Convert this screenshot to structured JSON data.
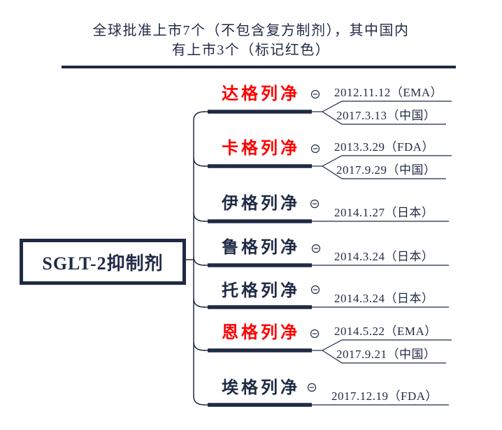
{
  "title": {
    "line1": "全球批准上市7个（不包含复方制剂），其中国内",
    "line2": "有上市3个（标记红色）"
  },
  "root": {
    "label": "SGLT-2抑制剂"
  },
  "colors": {
    "ink": "#1f2a44",
    "china_highlight": "#ff0000",
    "background": "#ffffff"
  },
  "icons": {
    "collapse": "collapse-minus-icon"
  },
  "branches": [
    {
      "name": "达格列净",
      "highlighted": true,
      "dates": [
        "2012.11.12（EMA）",
        "2017.3.13（中国）"
      ]
    },
    {
      "name": "卡格列净",
      "highlighted": true,
      "dates": [
        "2013.3.29（FDA）",
        "2017.9.29（中国）"
      ]
    },
    {
      "name": "伊格列净",
      "highlighted": false,
      "dates": [
        "2014.1.27（日本）"
      ]
    },
    {
      "name": "鲁格列净",
      "highlighted": false,
      "dates": [
        "2014.3.24（日本）"
      ]
    },
    {
      "name": "托格列净",
      "highlighted": false,
      "dates": [
        "2014.3.24（日本）"
      ]
    },
    {
      "name": "恩格列净",
      "highlighted": true,
      "dates": [
        "2014.5.22（EMA）",
        "2017.9.21（中国）"
      ]
    },
    {
      "name": "埃格列净",
      "highlighted": false,
      "dates": [
        "2017.12.19（FDA）"
      ]
    }
  ]
}
